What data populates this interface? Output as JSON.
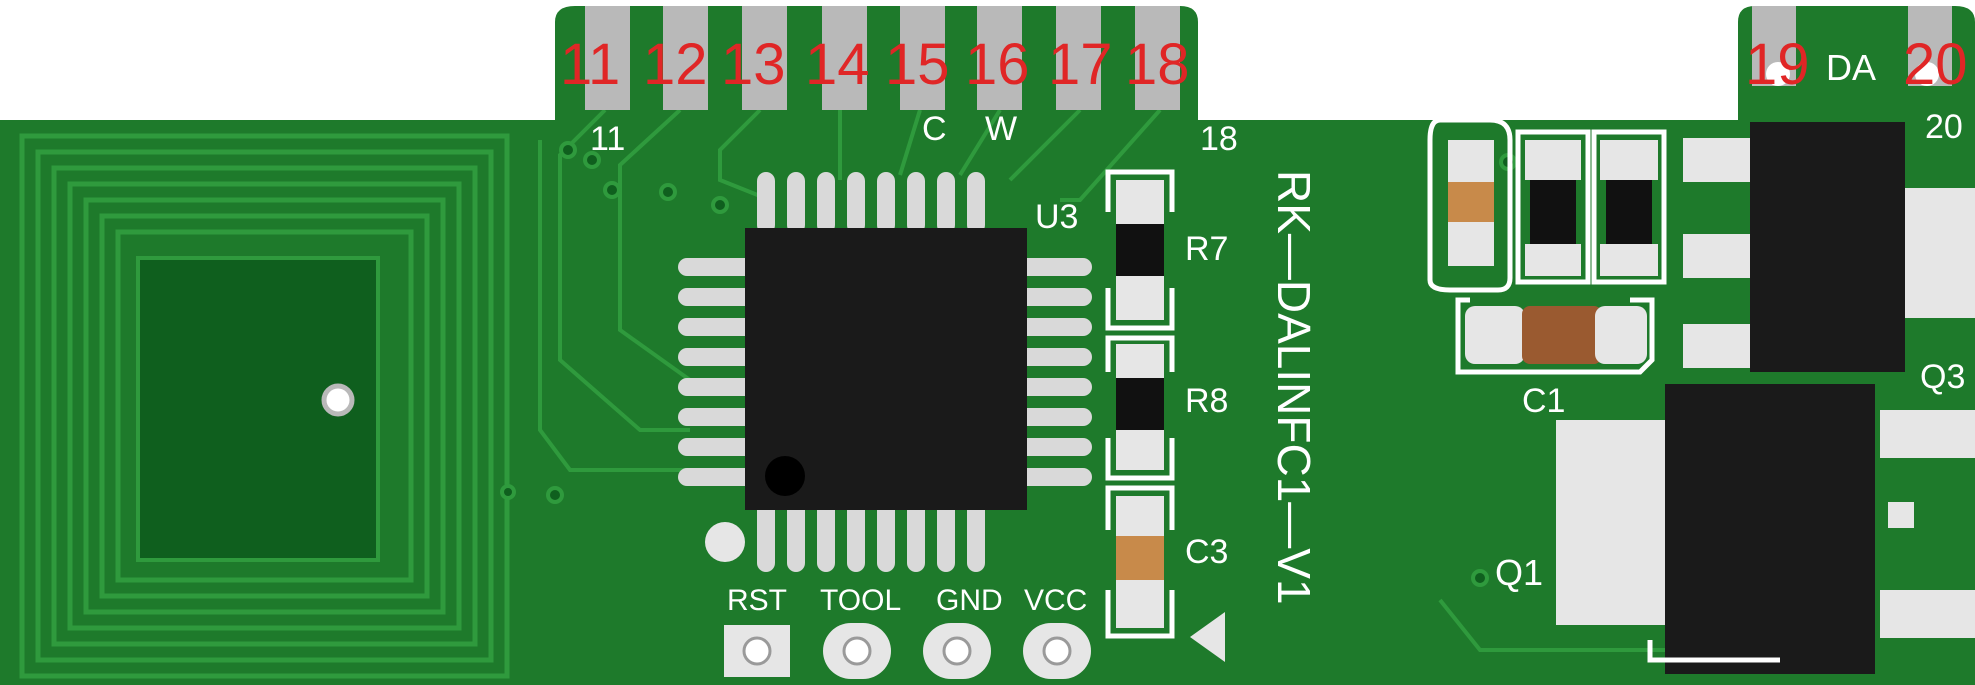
{
  "board": {
    "name": "RK—DALINFC1—V1",
    "colors": {
      "pcb": "#1e7a2b",
      "pcb_dark": "#0f5f1e",
      "trace": "#2f9a3d",
      "pad": "#b9b9b9",
      "silkscreen": "#ffffff",
      "chip": "#1a1a1a",
      "pin_number": "#e02626"
    }
  },
  "edge_pins": {
    "left_group": [
      "11",
      "12",
      "13",
      "14",
      "15",
      "16",
      "17",
      "18"
    ],
    "right_group": [
      "19",
      "20"
    ],
    "label_da": "DA",
    "silk_11": "11",
    "silk_18": "18",
    "silk_20": "20",
    "silk_c": "C",
    "silk_w": "W"
  },
  "components": {
    "u3": "U3",
    "r7": "R7",
    "r8": "R8",
    "c3": "C3",
    "c1": "C1",
    "q1": "Q1",
    "q3": "Q3"
  },
  "programming_header": {
    "labels": [
      "RST",
      "TOOL",
      "GND",
      "VCC"
    ]
  }
}
